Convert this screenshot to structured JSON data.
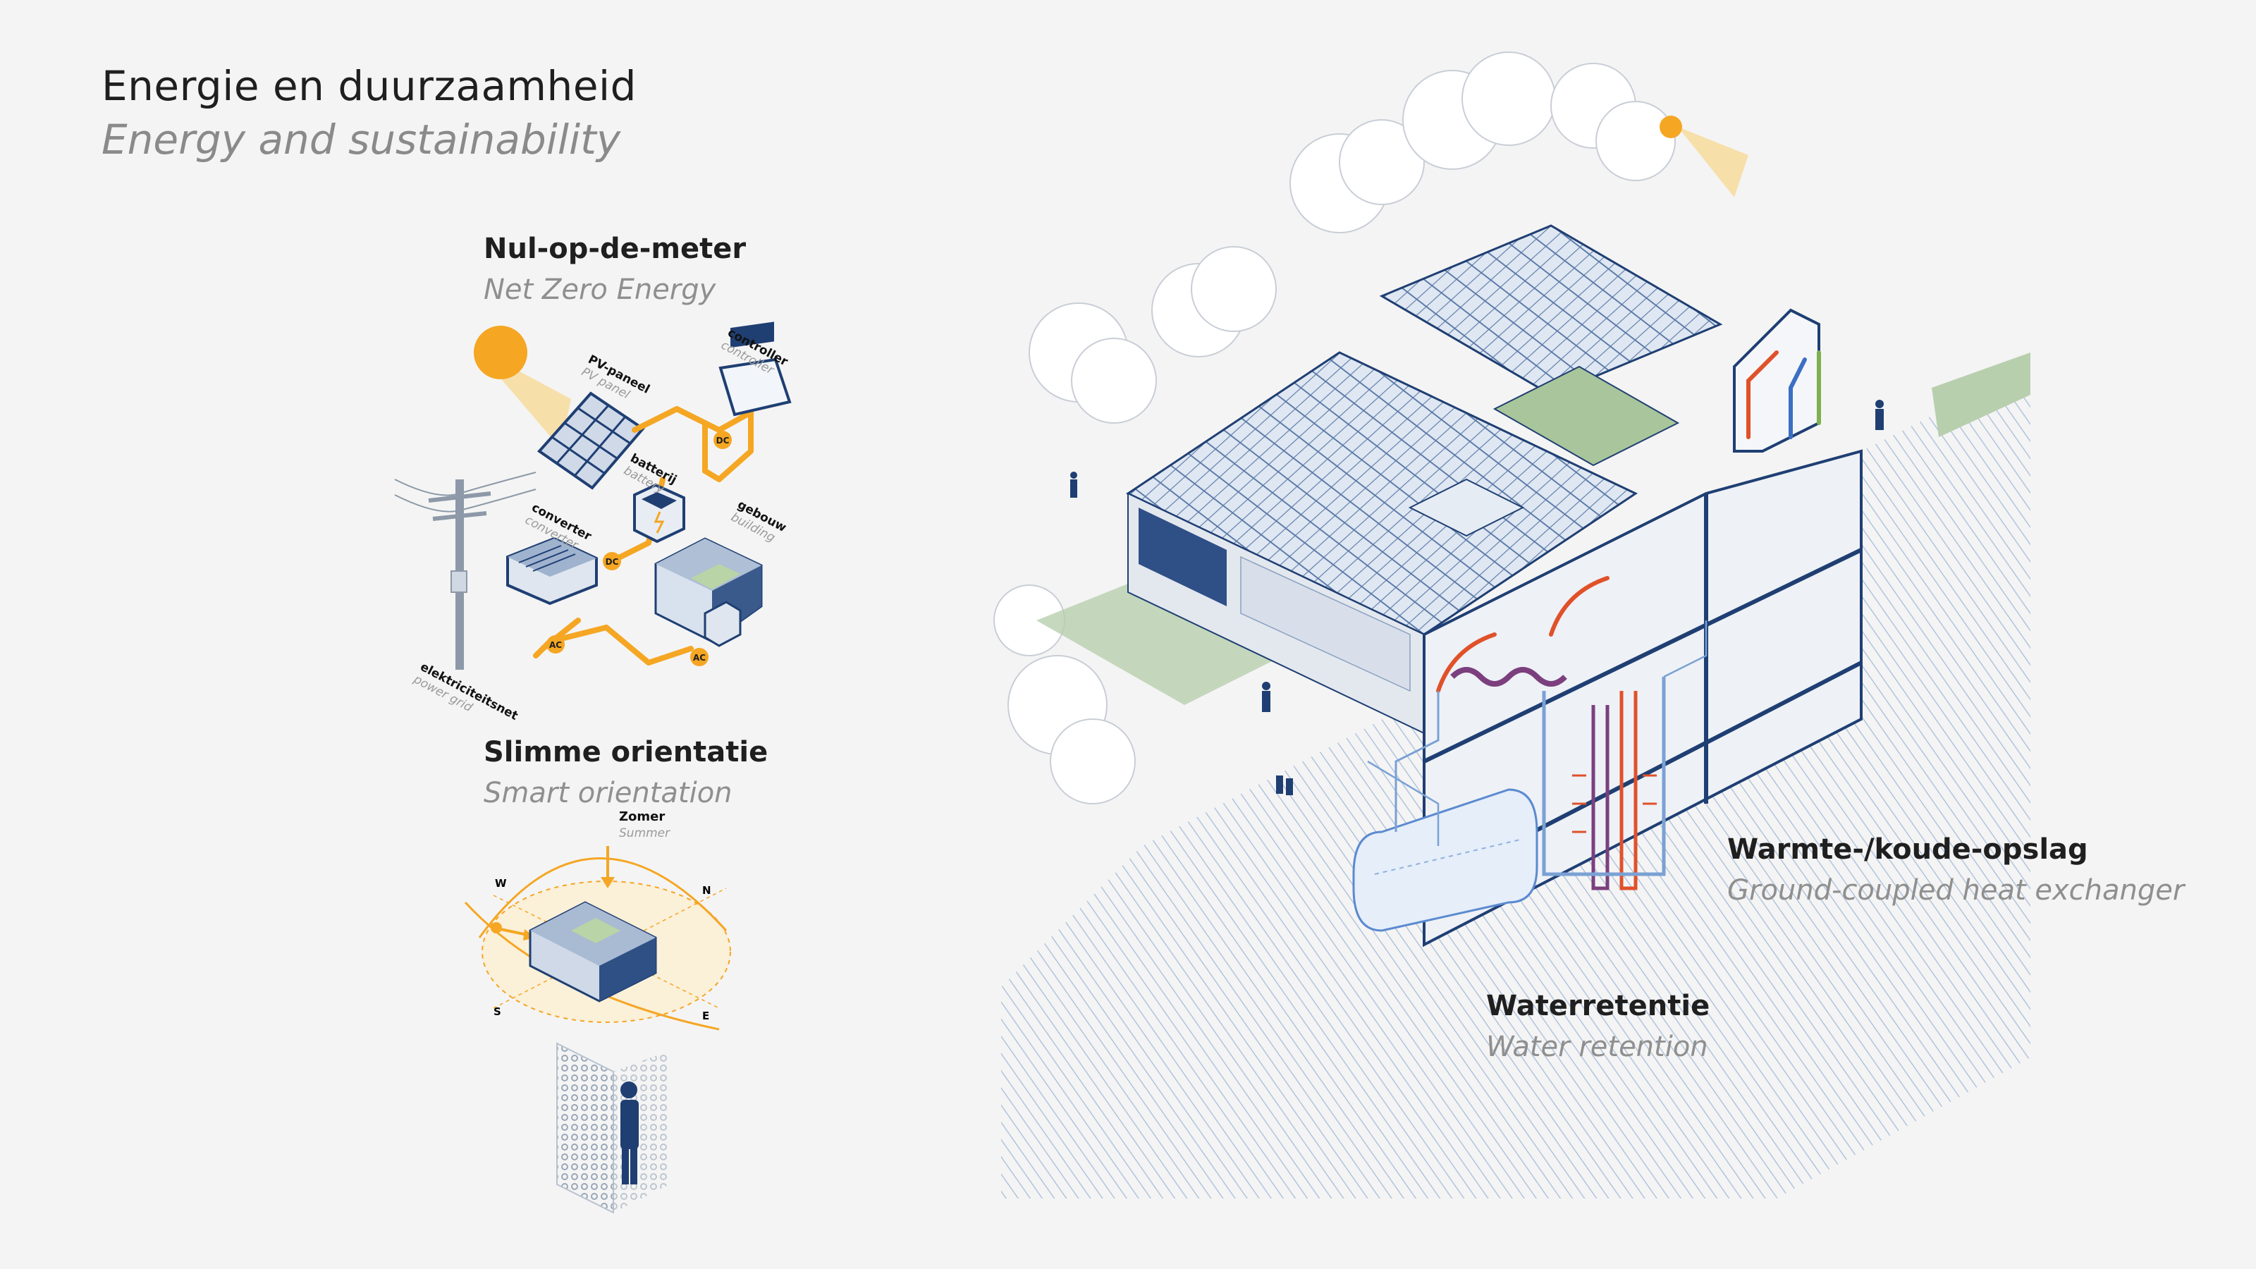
{
  "page": {
    "title_nl": "Energie en duurzaamheid",
    "title_en": "Energy and sustainability"
  },
  "net_zero": {
    "heading_nl": "Nul-op-de-meter",
    "heading_en": "Net Zero Energy",
    "labels": {
      "pv_nl": "PV-paneel",
      "pv_en": "PV panel",
      "controller_nl": "controller",
      "controller_en": "controller",
      "battery_nl": "batterij",
      "battery_en": "battery",
      "converter_nl": "converter",
      "converter_en": "converter",
      "building_nl": "gebouw",
      "building_en": "building",
      "grid_nl": "elektriciteitsnet",
      "grid_en": "power grid"
    },
    "badges": {
      "dc": "DC",
      "ac": "AC"
    }
  },
  "orientation": {
    "heading_nl": "Slimme orientatie",
    "heading_en": "Smart orientation",
    "summer_nl": "Zomer",
    "summer_en": "Summer",
    "compass": {
      "w": "W",
      "n": "N",
      "s": "S",
      "e": "E"
    }
  },
  "heat_exchange": {
    "heading_nl": "Warmte-/koude-opslag",
    "heading_en": "Ground-coupled heat exchanger"
  },
  "water": {
    "heading_nl": "Waterretentie",
    "heading_en": "Water retention"
  },
  "colors": {
    "accent_orange": "#f5a623",
    "navy": "#1f3f73",
    "roof_green": "#9cbf8c",
    "hatch_blue": "#a9bfdc",
    "hot_red": "#e0512a",
    "cold_purple": "#7b3f7e"
  }
}
